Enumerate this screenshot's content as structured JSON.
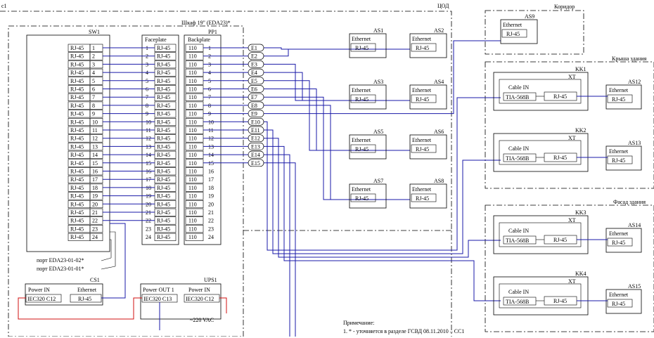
{
  "page_label": "с1",
  "zones": {
    "cod": "ЦОД",
    "corridor": "Коридор",
    "roof": "Крыша здания",
    "facade": "Фасад здания"
  },
  "cabinet": {
    "title": "Шкаф 19\" (EDA23)*"
  },
  "switch": {
    "name": "SW1",
    "port_label": "RJ-45",
    "count": 24
  },
  "patch_panel": {
    "name": "PP1",
    "face_header": "Faceplate",
    "back_header": "Backplate",
    "face_port": "RJ-45",
    "back_port": "110",
    "count": 24
  },
  "cables": [
    "E1",
    "E2",
    "E3",
    "E4",
    "E5",
    "E6",
    "E7",
    "E8",
    "E9",
    "E10",
    "E11",
    "E12",
    "E13",
    "E14",
    "E15"
  ],
  "port_notes": [
    "порт EDA23-01-02*",
    "порт EDA23-01-01*"
  ],
  "access_switches": [
    {
      "name": "AS1",
      "label": "Ethernet",
      "port": "RJ-45"
    },
    {
      "name": "AS2",
      "label": "Ethernet",
      "port": "RJ-45"
    },
    {
      "name": "AS3",
      "label": "Ethernet",
      "port": "RJ-45"
    },
    {
      "name": "AS4",
      "label": "Ethernet",
      "port": "RJ-45"
    },
    {
      "name": "AS5",
      "label": "Ethernet",
      "port": "RJ-45"
    },
    {
      "name": "AS6",
      "label": "Ethernet",
      "port": "RJ-45"
    },
    {
      "name": "AS7",
      "label": "Ethernet",
      "port": "RJ-45"
    },
    {
      "name": "AS8",
      "label": "Ethernet",
      "port": "RJ-45"
    },
    {
      "name": "AS9",
      "label": "Ethernet",
      "port": "RJ-45"
    }
  ],
  "kk": [
    {
      "name": "KK1",
      "xt": "XT",
      "cable_in": "Cable IN",
      "std": "TIA-568B",
      "port": "RJ-45",
      "as": "AS12",
      "as_label": "Ethernet",
      "as_port": "RJ-45"
    },
    {
      "name": "KK2",
      "xt": "XT",
      "cable_in": "Cable IN",
      "std": "TIA-568B",
      "port": "RJ-45",
      "as": "AS13",
      "as_label": "Ethernet",
      "as_port": "RJ-45"
    },
    {
      "name": "KK3",
      "xt": "XT",
      "cable_in": "Cable IN",
      "std": "TIA-568B",
      "port": "RJ-45",
      "as": "AS14",
      "as_label": "Ethernet",
      "as_port": "RJ-45"
    },
    {
      "name": "KK4",
      "xt": "XT",
      "cable_in": "Cable IN",
      "std": "TIA-568B",
      "port": "RJ-45",
      "as": "AS15",
      "as_label": "Ethernet",
      "as_port": "RJ-45"
    }
  ],
  "cs1": {
    "name": "CS1",
    "power_in": "Power IN",
    "iec": "IEC320 C12",
    "eth": "Ethernet",
    "port": "RJ-45"
  },
  "ups1": {
    "name": "UPS1",
    "power_out": "Power OUT 1",
    "iec_out": "IEC320 C13",
    "power_in": "Power IN",
    "iec_in": "IEC320 C12",
    "vac": "~220 VAC"
  },
  "note": {
    "title": "Примечание:",
    "line1": "1. * - уточняется в разделе ГСВД 08.11.2010 – СС1"
  }
}
